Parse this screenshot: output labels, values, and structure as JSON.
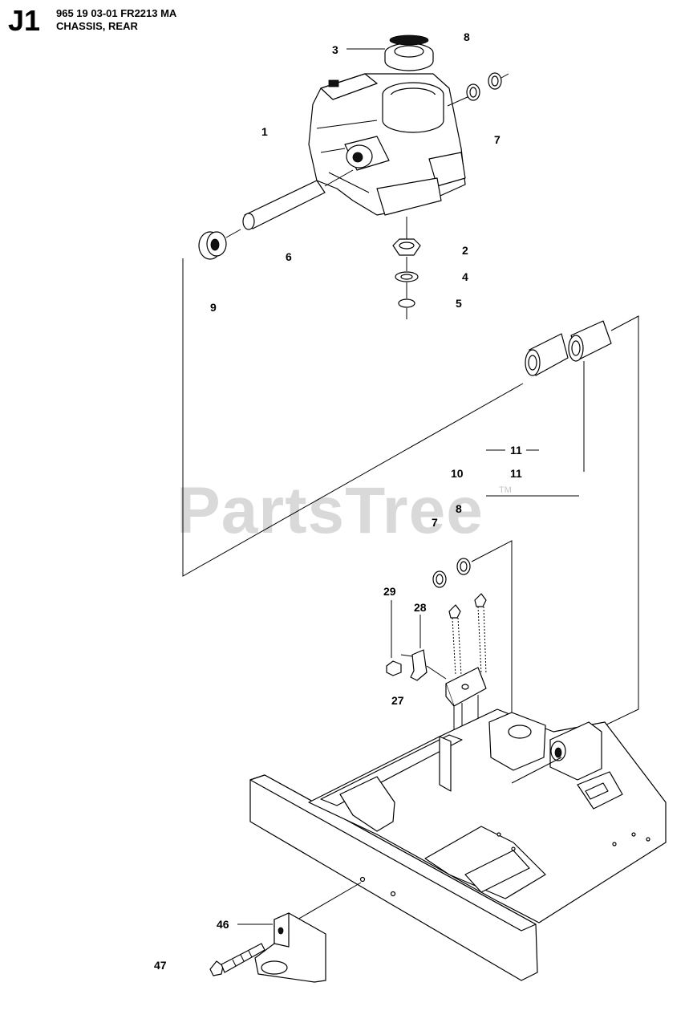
{
  "header": {
    "page_code": "J1",
    "model_line": "965 19 03-01 FR2213 MA",
    "section_title": "CHASSIS, REAR"
  },
  "watermark": {
    "text": "PartsTree",
    "mark": "TM"
  },
  "callouts": {
    "c1": "1",
    "c2": "2",
    "c3": "3",
    "c4": "4",
    "c5": "5",
    "c6": "6",
    "c7a": "7",
    "c7b": "7",
    "c8a": "8",
    "c8b": "8",
    "c9": "9",
    "c10": "10",
    "c11a": "11",
    "c11b": "11",
    "c27": "27",
    "c28": "28",
    "c29": "29",
    "c46": "46",
    "c47": "47"
  }
}
